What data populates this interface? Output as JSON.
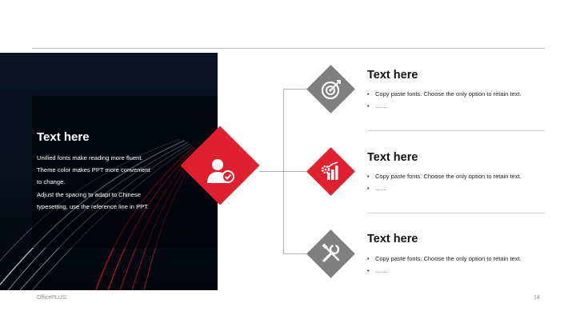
{
  "left_panel": {
    "title": "Text here",
    "lines": [
      "Unified fonts make reading more fluent.",
      "Theme color makes PPT more convenient",
      "to change.",
      "Adjust the spacing to adapt to Chinese",
      "typesetting, use the reference line in PPT."
    ]
  },
  "center_icon": "user-check-icon",
  "items": [
    {
      "icon": "target-icon",
      "title": "Text here",
      "bullet1": "Copy paste fonts. Choose the only option to retain text.",
      "bullet2": "……"
    },
    {
      "icon": "gear-chart-icon",
      "title": "Text here",
      "bullet1": "Copy paste fonts. Choose the only option to retain text.",
      "bullet2": "……"
    },
    {
      "icon": "tools-icon",
      "title": "Text here",
      "bullet1": "Copy paste fonts. Choose the only option to retain text.",
      "bullet2": "……"
    }
  ],
  "footer": {
    "brand": "OfficePLUS",
    "page": "14"
  },
  "colors": {
    "accent": "#e0202e",
    "gray": "#7f7f7f"
  }
}
